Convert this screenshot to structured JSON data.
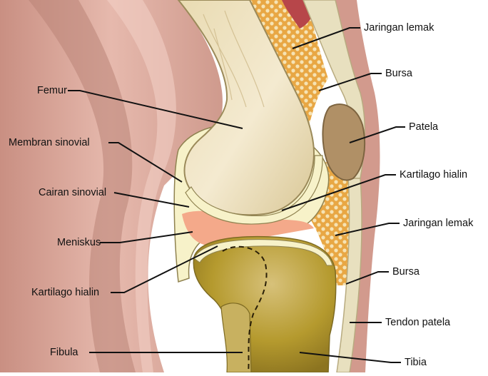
{
  "labels": {
    "femur": "Femur",
    "membran_sinovial": "Membran sinovial",
    "cairan_sinovial": "Cairan sinovial",
    "meniskus": "Meniskus",
    "kartilago_hialin_left": "Kartilago hialin",
    "fibula": "Fibula",
    "jaringan_lemak_top": "Jaringan lemak",
    "bursa_top": "Bursa",
    "patela": "Patela",
    "kartilago_hialin_right": "Kartilago hialin",
    "jaringan_lemak_bottom": "Jaringan lemak",
    "bursa_bottom": "Bursa",
    "tendon_patela": "Tendon patela",
    "tibia": "Tibia"
  },
  "colors": {
    "skin": "#e0b0a3",
    "skin_shadow": "#b98377",
    "bone": "#efe3c0",
    "cartilage": "#f7f2c9",
    "fat": "#e8a744",
    "meniscus": "#f4a98a",
    "tibia": "#b59a2e",
    "tendon": "#e8e0bf",
    "patella": "#b09066",
    "leader_line": "#111111"
  }
}
